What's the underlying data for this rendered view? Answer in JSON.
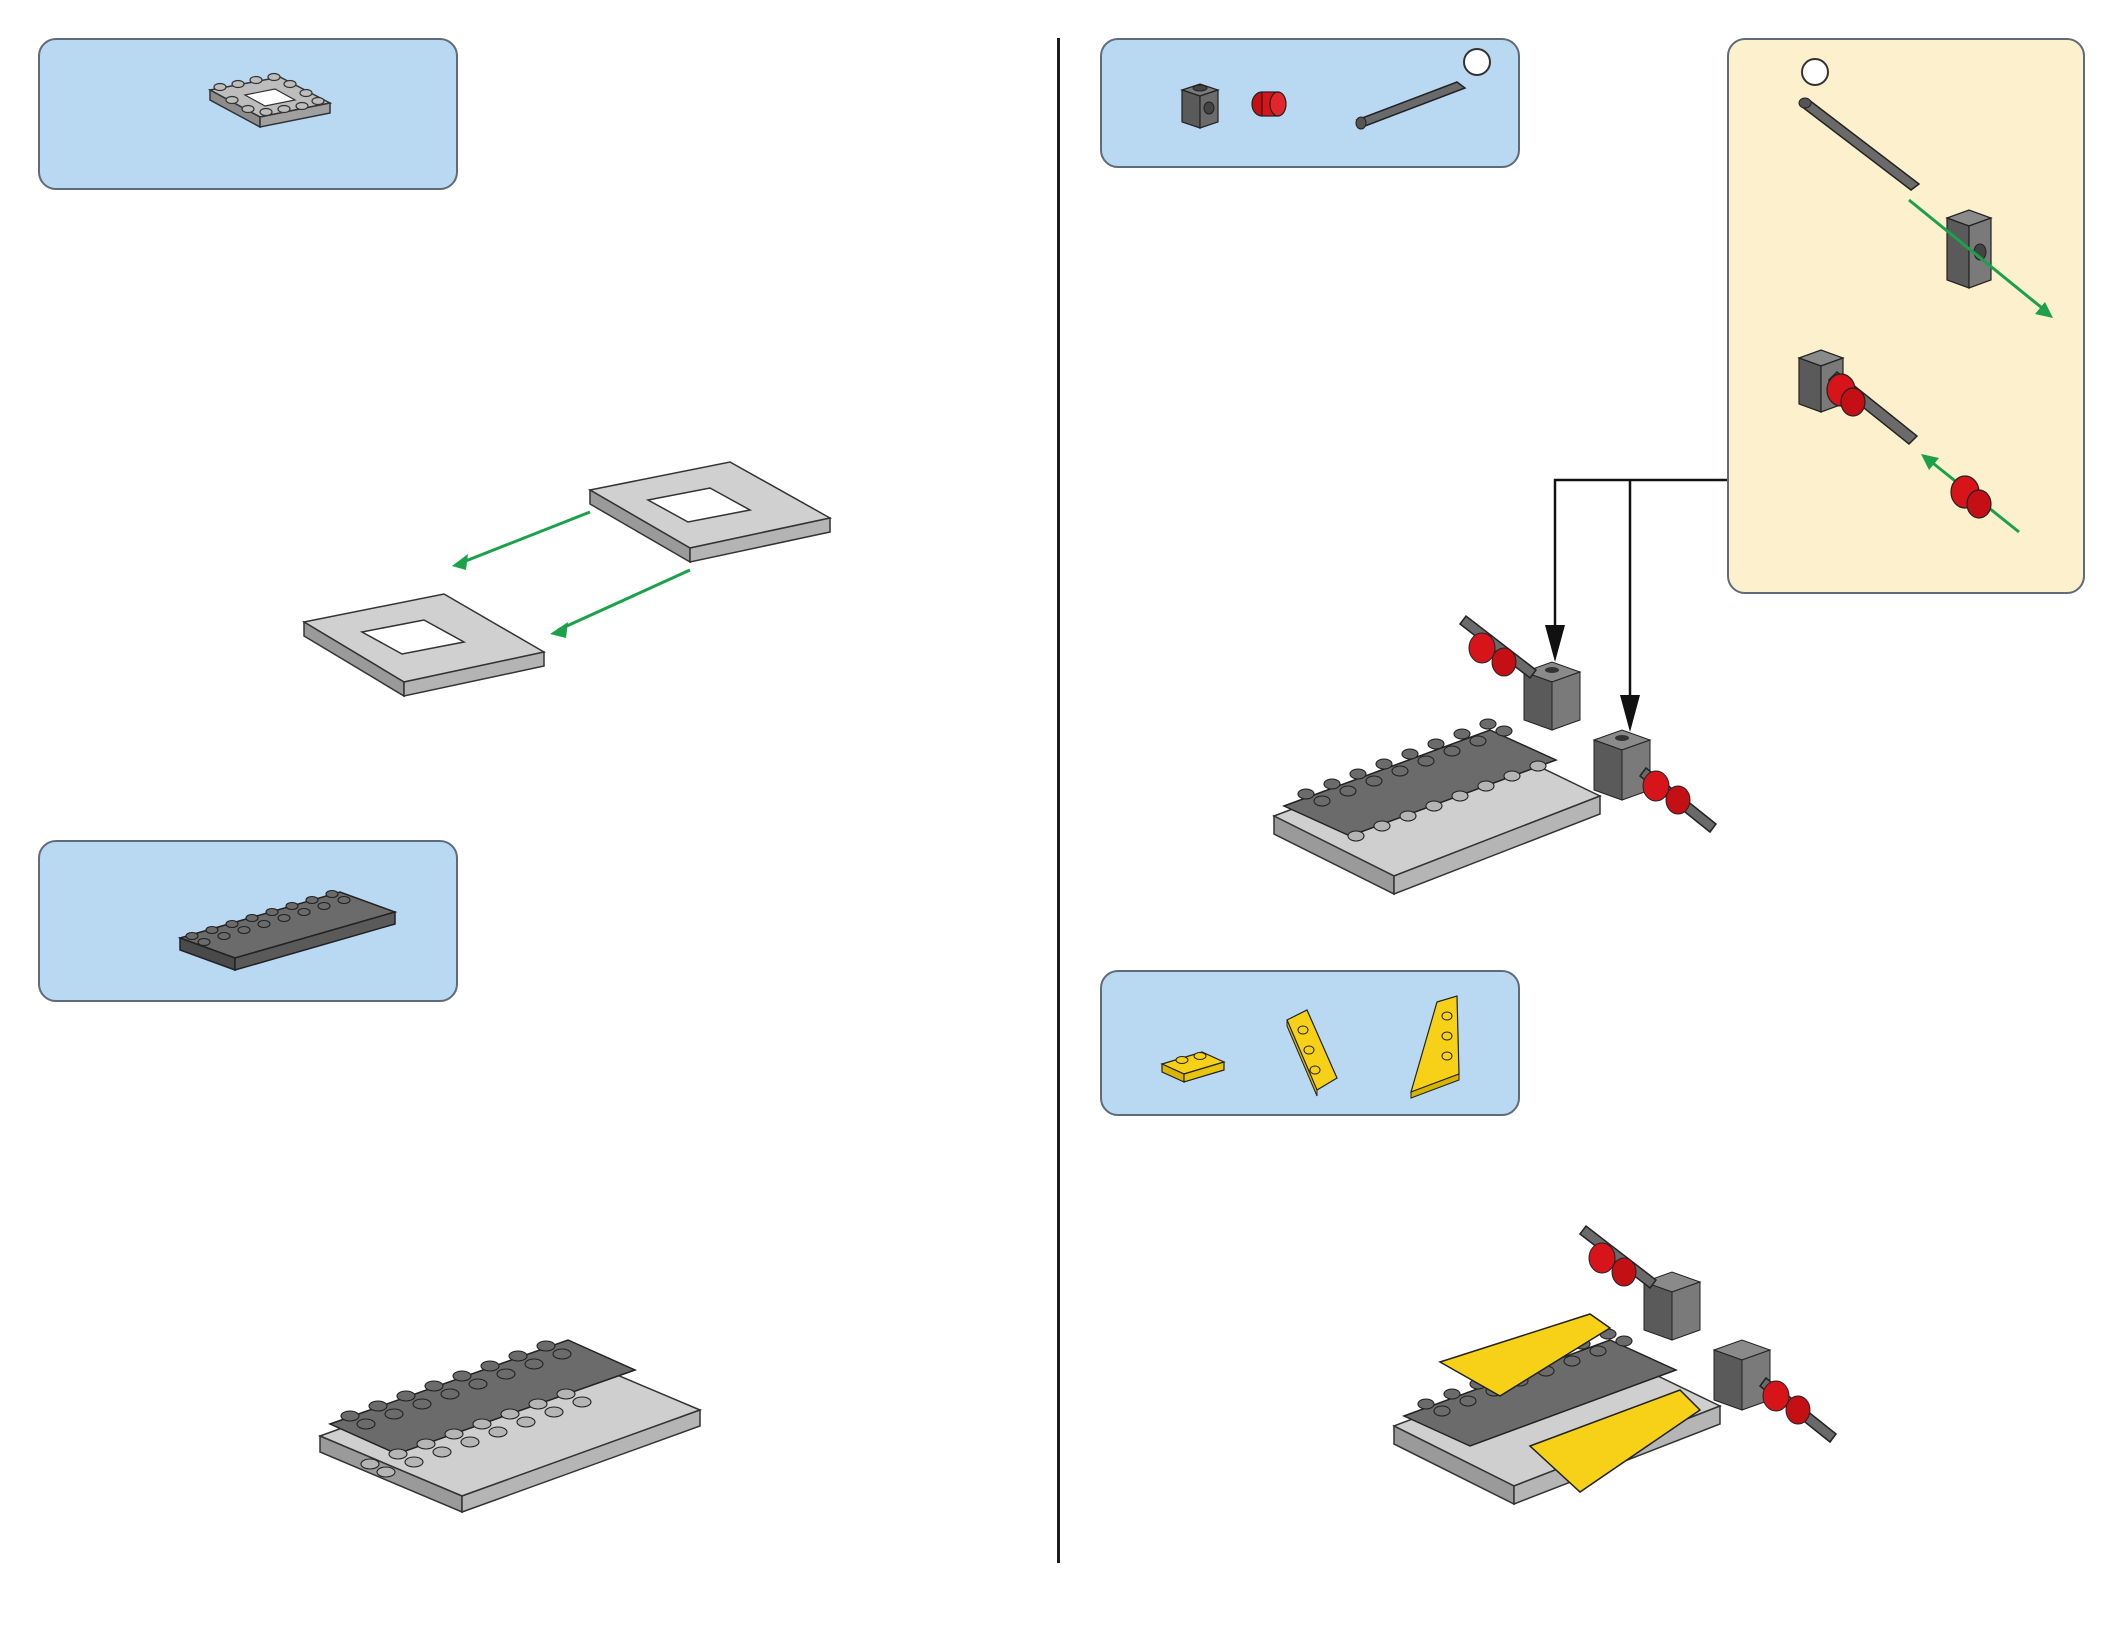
{
  "page": {
    "left_page_number": "",
    "right_page_number": ""
  },
  "colors": {
    "parts_box_fill": "#b9d9f3",
    "callout_fill": "#fdf0cc",
    "brick_dark_gray": "#5a5a5a",
    "brick_light_gray": "#a6a6a6",
    "brick_red": "#d7141a",
    "brick_yellow": "#f7d117",
    "arrow_green": "#1aa14a",
    "arrow_black": "#111111"
  },
  "steps": [
    {
      "id": "step-1",
      "parts": [
        "plate-4x4-with-hole-light-gray"
      ],
      "assembly": "two-frame-plates-joined"
    },
    {
      "id": "step-2",
      "parts": [
        "plate-2x8-dark-gray"
      ],
      "assembly": "plates-stacked-base"
    },
    {
      "id": "step-3",
      "parts": [
        "technic-brick-1x1-dark-gray",
        "bush-red",
        "axle-dark-gray"
      ],
      "assembly": "base-with-axle-bricks"
    },
    {
      "id": "step-4",
      "parts": [
        "plate-1x2-yellow",
        "wedge-plate-3x2-yellow-right",
        "wedge-plate-3x2-yellow-left"
      ],
      "assembly": "base-with-yellow-wedges"
    }
  ]
}
